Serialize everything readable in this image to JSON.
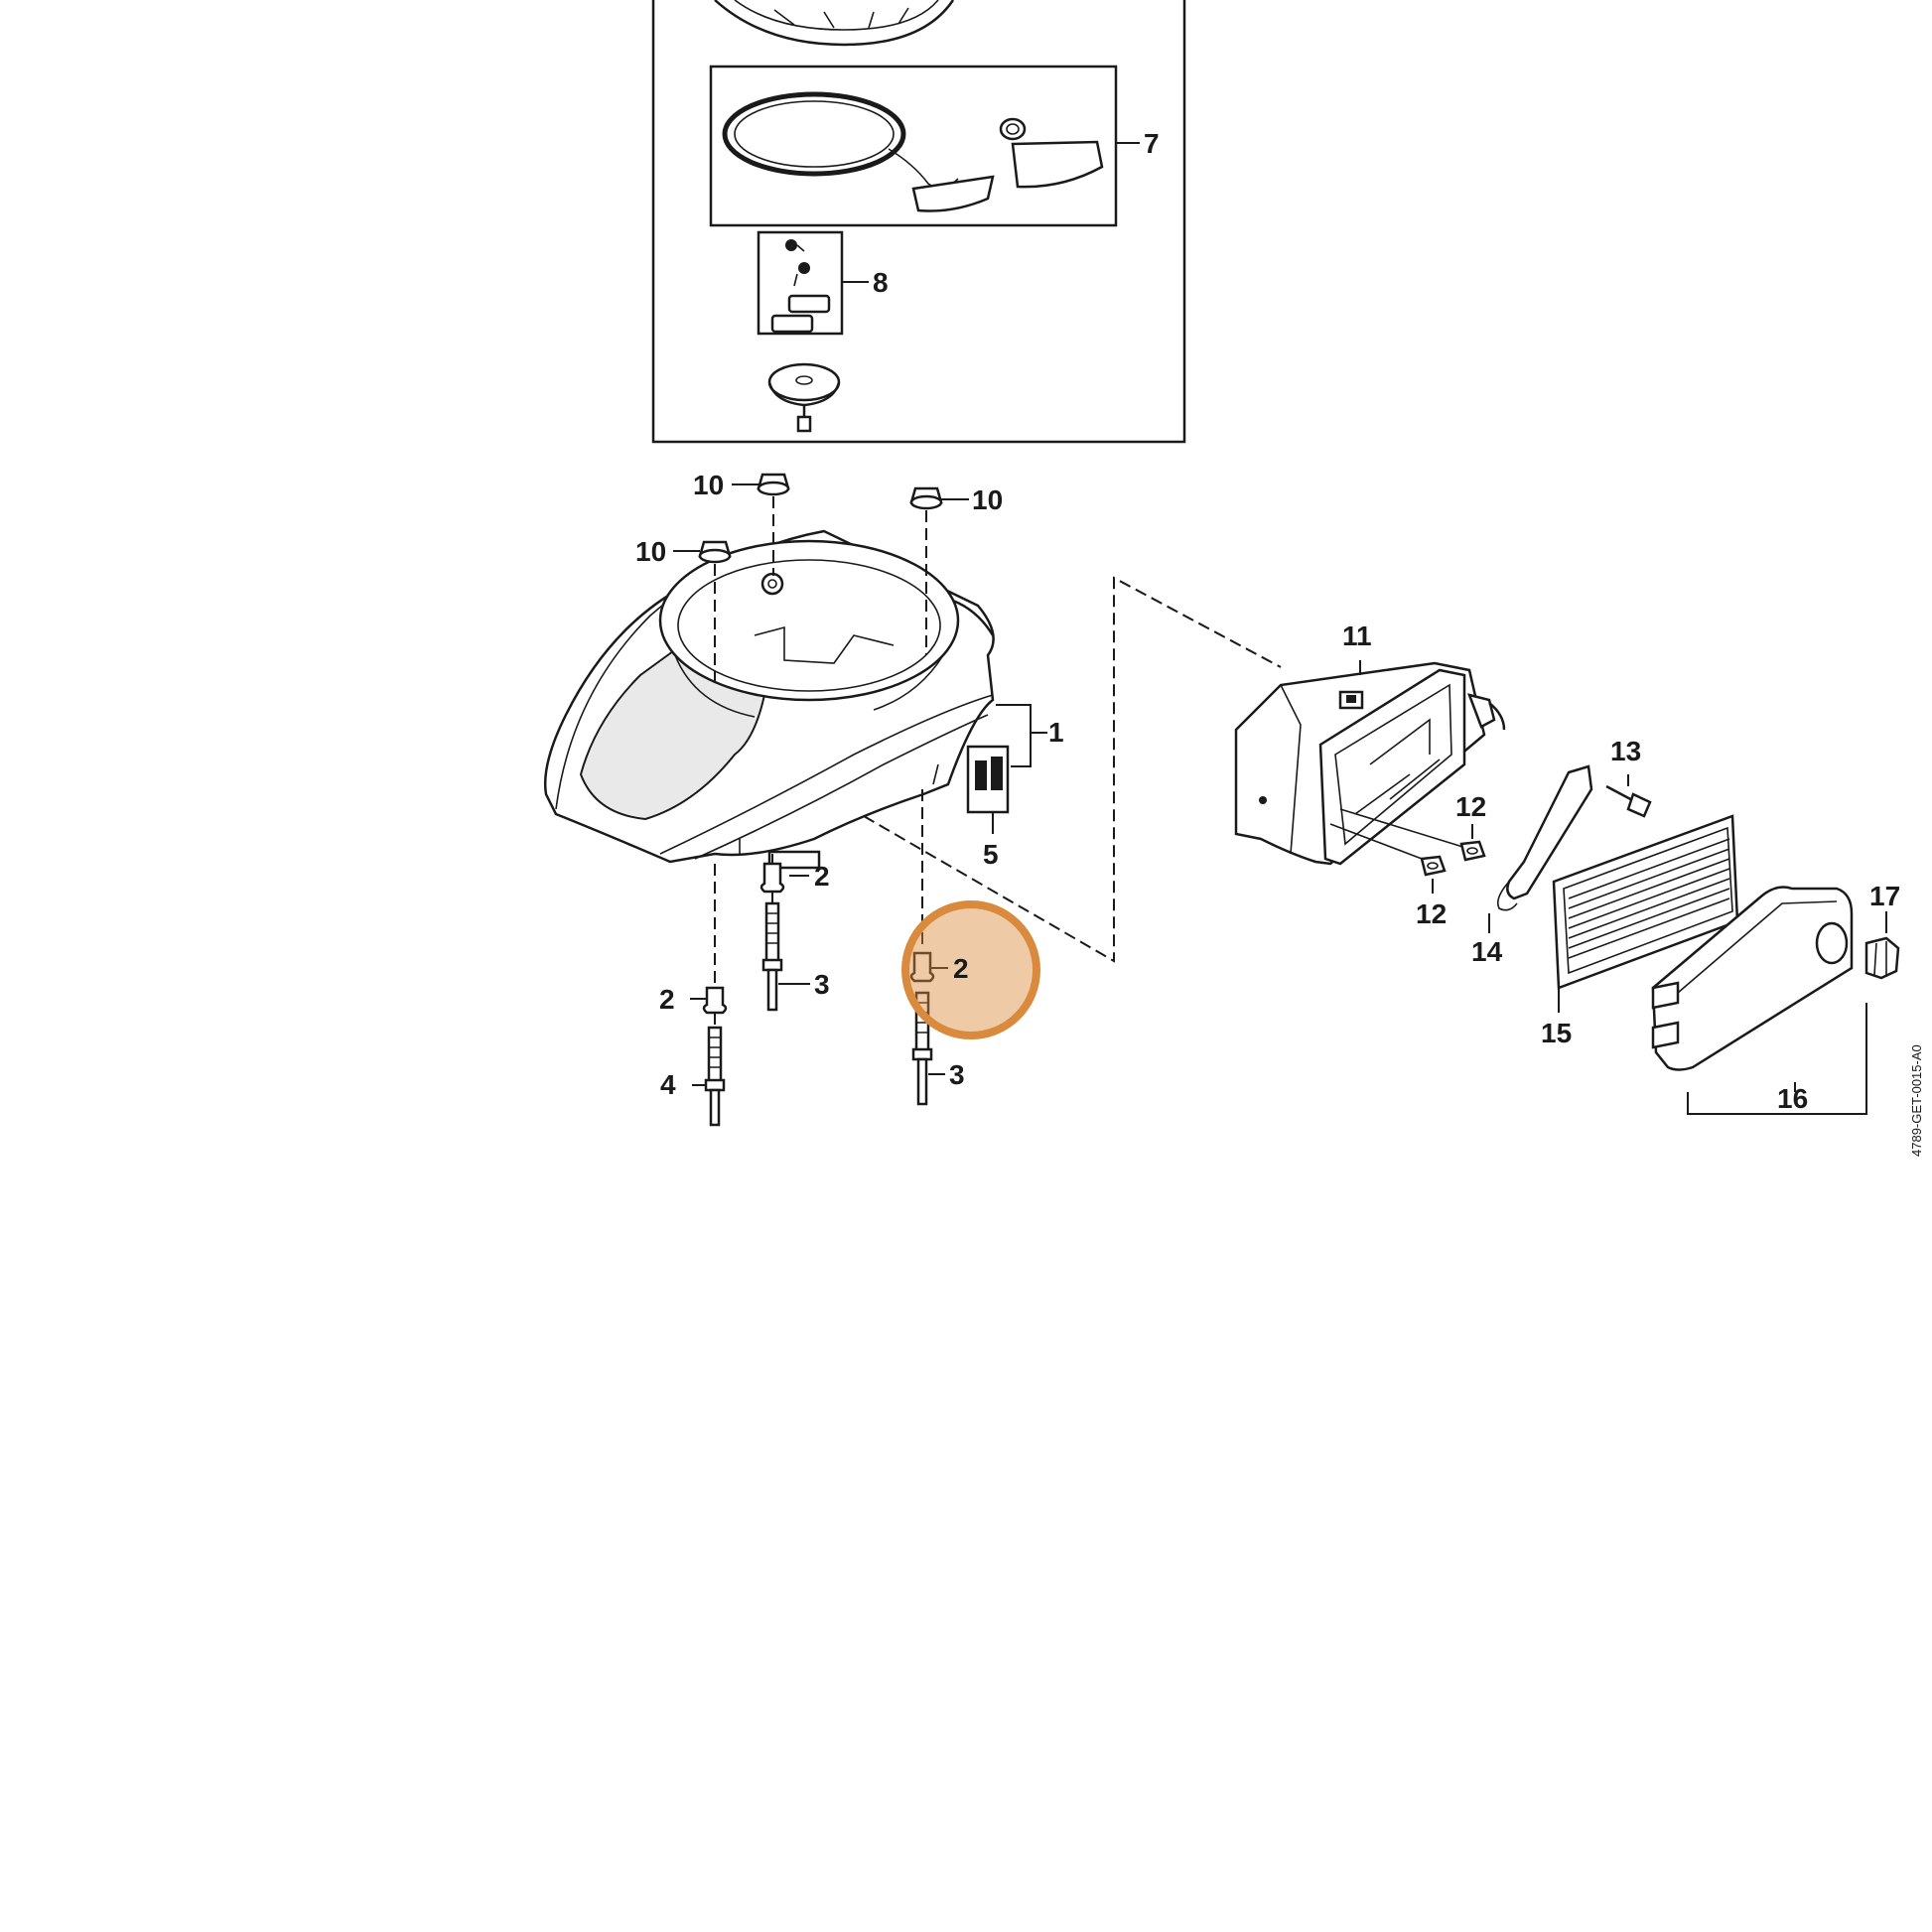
{
  "diagram": {
    "drawing_id": "4789-GET-0015-A0",
    "highlight_color": "#d98a3c",
    "labels": {
      "l1": "1",
      "l2a": "2",
      "l2b": "2",
      "l2c": "2",
      "l3a": "3",
      "l3b": "3",
      "l4": "4",
      "l5": "5",
      "l7": "7",
      "l8": "8",
      "l10a": "10",
      "l10b": "10",
      "l10c": "10",
      "l11": "11",
      "l12a": "12",
      "l12b": "12",
      "l13": "13",
      "l14": "14",
      "l15": "15",
      "l16": "16",
      "l17": "17"
    }
  }
}
